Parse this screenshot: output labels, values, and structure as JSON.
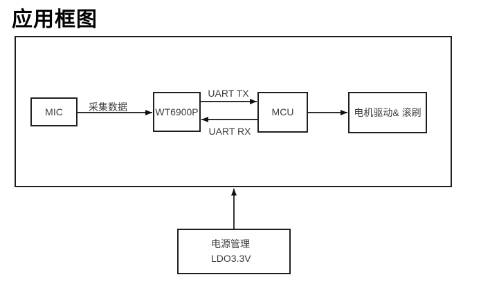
{
  "page": {
    "title": "应用框图"
  },
  "colors": {
    "bg": "#ffffff",
    "border": "#1f1f1f",
    "text": "#3c3c3c",
    "title": "#000000",
    "line": "#111111"
  },
  "blocks": {
    "mic": {
      "label": "MIC"
    },
    "wt6900p": {
      "label": "WT6900P"
    },
    "mcu": {
      "label": "MCU"
    },
    "motor": {
      "label": "电机驱动& 滚刷"
    },
    "power": {
      "label_line1": "电源管理",
      "label_line2": "LDO3.3V"
    }
  },
  "edges": {
    "mic_to_wt6900p": {
      "label": "采集数据",
      "direction": "right"
    },
    "wt6900p_to_mcu": {
      "label": "UART TX",
      "direction": "right"
    },
    "mcu_to_wt6900p": {
      "label": "UART RX",
      "direction": "left"
    },
    "mcu_to_motor": {
      "direction": "right"
    },
    "power_to_system": {
      "direction": "up"
    }
  }
}
